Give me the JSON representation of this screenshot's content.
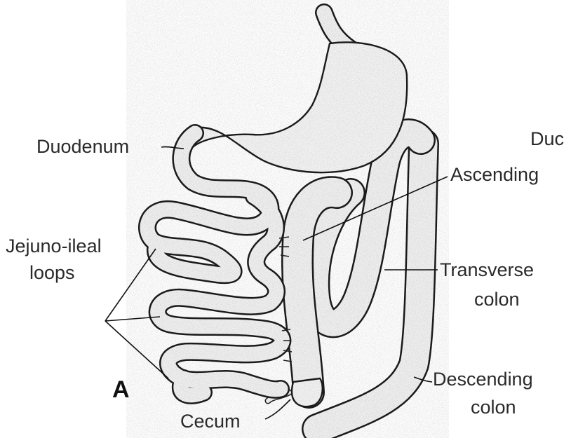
{
  "panel_letter": "A",
  "labels": {
    "duodenum": "Duodenum",
    "duodenum_cut": "Duc",
    "jejuno_ileal_line1": "Jejuno-ileal",
    "jejuno_ileal_line2": "loops",
    "ascending": "Ascending",
    "transverse_line1": "Transverse",
    "transverse_line2": "colon",
    "descending_line1": "Descending",
    "descending_line2": "colon",
    "cecum": "Cecum"
  }
}
